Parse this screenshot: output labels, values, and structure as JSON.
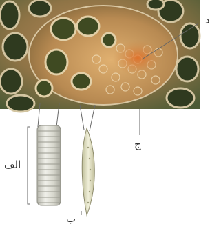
{
  "figure": {
    "labels": {
      "alef": "الف",
      "be": "ب",
      "jim": "ج",
      "dal": "د"
    }
  }
}
